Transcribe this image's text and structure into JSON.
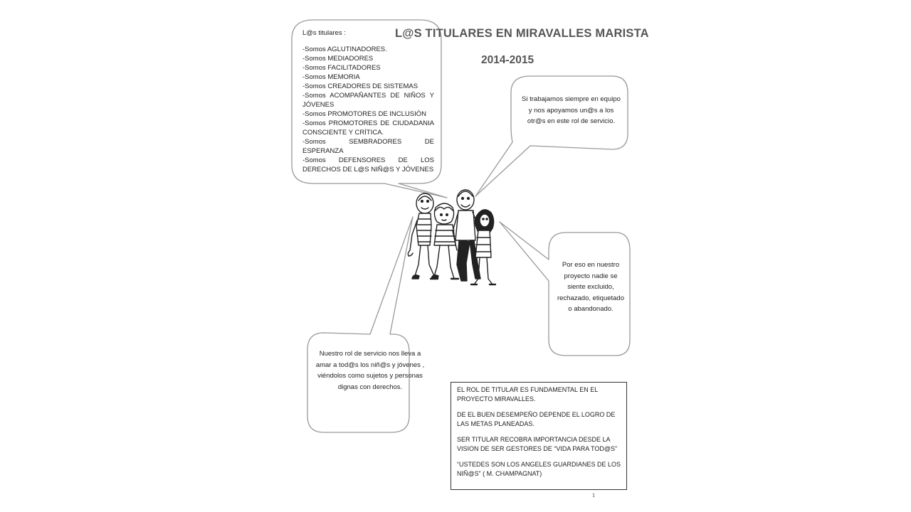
{
  "header": {
    "title": "L@S TITULARES EN MIRAVALLES MARISTA",
    "years": "2014-2015"
  },
  "bubble_list": {
    "intro": "L@s titulares :",
    "items": [
      "-Somos AGLUTINADORES.",
      "-Somos MEDIADORES",
      "-Somos FACILITADORES",
      "-Somos MEMORIA",
      "-Somos CREADORES DE SISTEMAS",
      "-Somos ACOMPAÑANTES DE NIÑOS Y JÓVENES",
      "-Somos PROMOTORES DE INCLUSIÓN",
      "-Somos PROMOTORES DE CIUDADANIA CONSCIENTE Y CRÍTICA.",
      "-Somos SEMBRADORES DE ESPERANZA",
      "-Somos DEFENSORES DE LOS DERECHOS DE L@S NIÑ@S Y JÓVENES"
    ]
  },
  "bubble_team": "Si trabajamos siempre en equipo y nos apoyamos un@s a los otr@s en este rol de servicio.",
  "bubble_project": "Por eso en nuestro proyecto nadie se siente excluido, rechazado, etiquetado o abandonado.",
  "bubble_role": "Nuestro rol de servicio nos lleva a amar a tod@s los niñ@s y jóvenes , viéndolos como sujetos y personas dignas con derechos.",
  "note_box": {
    "paragraphs": [
      "EL ROL DE TITULAR ES FUNDAMENTAL EN EL PROYECTO MIRAVALLES.",
      "DE EL BUEN DESEMPEÑO DEPENDE  EL LOGRO DE LAS METAS PLANEADAS.",
      "SER TITULAR RECOBRA IMPORTANCIA DESDE LA VISION DE SER GESTORES DE “VIDA PARA TOD@S”",
      "“USTEDES SON LOS ANGELES GUARDIANES DE LOS NIÑ@S” ( M. CHAMPAGNAT)"
    ]
  },
  "page_number": "1",
  "icons": {
    "illustration": "children-group-illustration"
  }
}
